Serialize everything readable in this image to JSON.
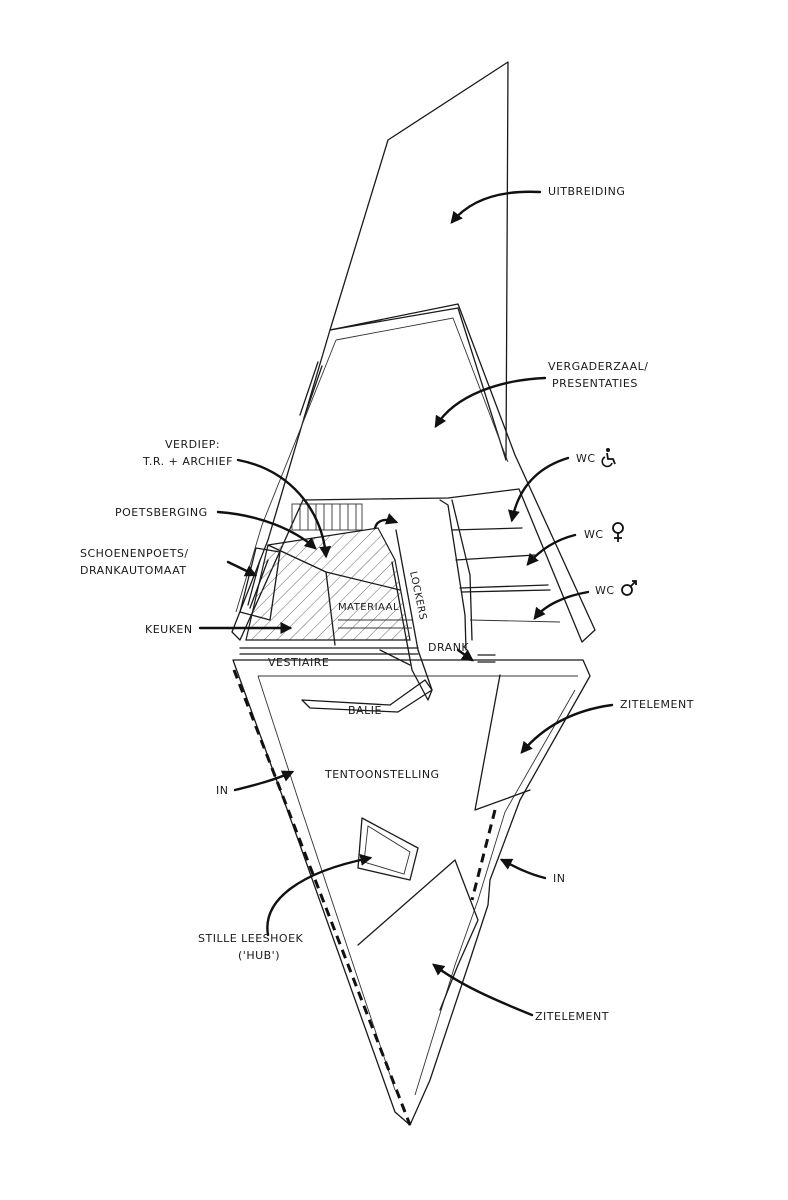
{
  "labels": {
    "uitbreiding": "UITBREIDING",
    "vergaderzaal_1": "VERGADERZAAL/",
    "vergaderzaal_2": "PRESENTATIES",
    "verdiep_1": "VERDIEP:",
    "verdiep_2": "T.R. + ARCHIEF",
    "poetsberging": "POETSBERGING",
    "schoenenpoets_1": "SCHOENENPOETS/",
    "schoenenpoets_2": "DRANKAUTOMAAT",
    "keuken": "KEUKEN",
    "wc_accessible": "WC",
    "wc_female": "WC",
    "wc_male": "WC",
    "lockers": "LOCKERS",
    "materiaal": "MATERIAAL",
    "drank": "DRANK",
    "vestiaire": "VESTIAIRE",
    "balie": "BALIE",
    "zitelement_top": "ZITELEMENT",
    "tentoonstelling": "TENTOONSTELLING",
    "in_left": "IN",
    "in_right": "IN",
    "stille_leeshoek_1": "STILLE LEESHOEK",
    "stille_leeshoek_2": "('HUB')",
    "zitelement_bottom": "ZITELEMENT"
  },
  "icons": {
    "accessible": "wheelchair-icon",
    "female": "female-symbol-icon",
    "male": "male-symbol-icon"
  }
}
